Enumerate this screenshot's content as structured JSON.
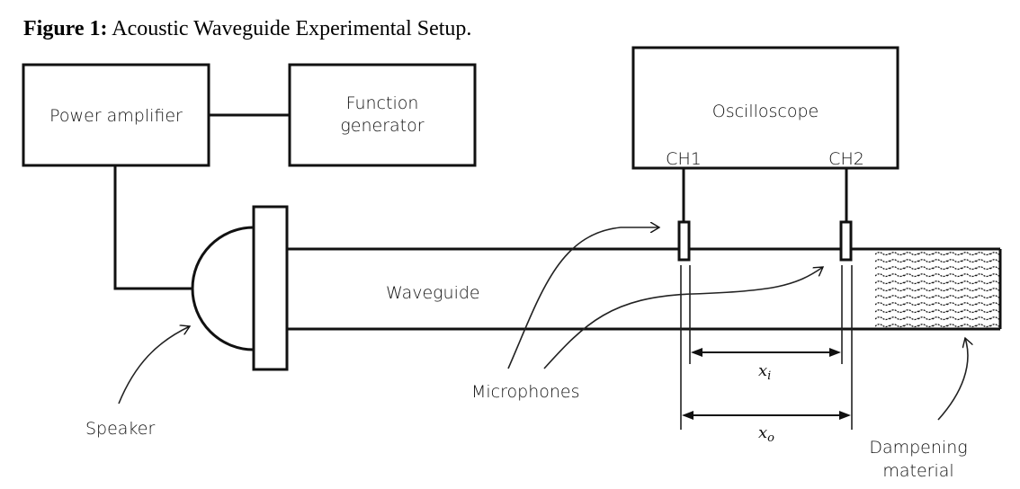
{
  "figure": {
    "label": "Figure 1:",
    "caption": "Acoustic Waveguide Experimental Setup."
  },
  "components": {
    "power_amplifier": "Power amplifier",
    "function_generator_line1": "Function",
    "function_generator_line2": "generator",
    "oscilloscope": "Oscilloscope",
    "ch1": "CH1",
    "ch2": "CH2",
    "waveguide": "Waveguide"
  },
  "annotations": {
    "speaker": "Speaker",
    "microphones": "Microphones",
    "dampening_line1": "Dampening",
    "dampening_line2": "material",
    "xi_symbol": "x",
    "xi_subscript": "i",
    "xo_symbol": "x",
    "xo_subscript": "o"
  }
}
